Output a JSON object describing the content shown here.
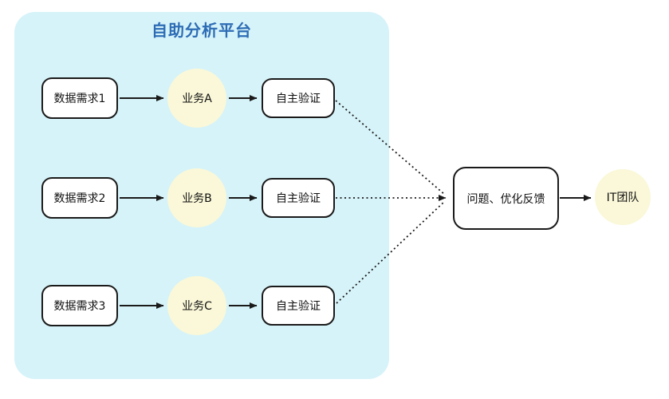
{
  "platform": {
    "title": "自助分析平台"
  },
  "rows": [
    {
      "request": "数据需求1",
      "business": "业务A",
      "verify": "自主验证"
    },
    {
      "request": "数据需求2",
      "business": "业务B",
      "verify": "自主验证"
    },
    {
      "request": "数据需求3",
      "business": "业务C",
      "verify": "自主验证"
    }
  ],
  "feedback": {
    "label": "问题、优化反馈"
  },
  "it_team": {
    "label": "IT团队"
  },
  "colors": {
    "panel_bg": "#d6f3f9",
    "title_text": "#2d6cb5",
    "circle_fill": "#faf8d8",
    "node_bg": "#ffffff",
    "node_border": "#1a1a1a",
    "arrow": "#1a1a1a",
    "canvas_bg": "#ffffff"
  }
}
